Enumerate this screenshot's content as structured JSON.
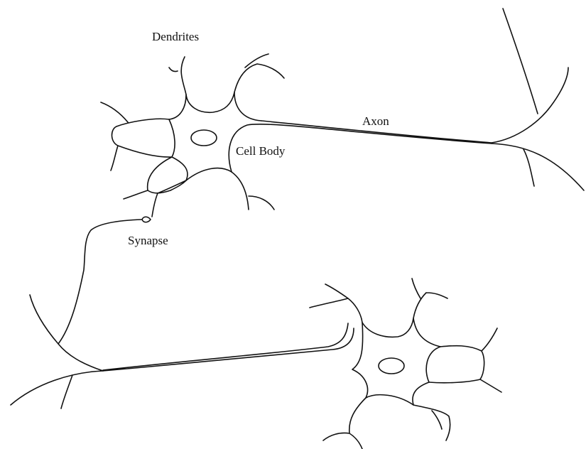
{
  "labels": {
    "dendrites": "Dendrites",
    "axon": "Axon",
    "cell_body": "Cell Body",
    "synapse": "Synapse"
  },
  "colors": {
    "line": "#111111",
    "background": "#ffffff"
  }
}
